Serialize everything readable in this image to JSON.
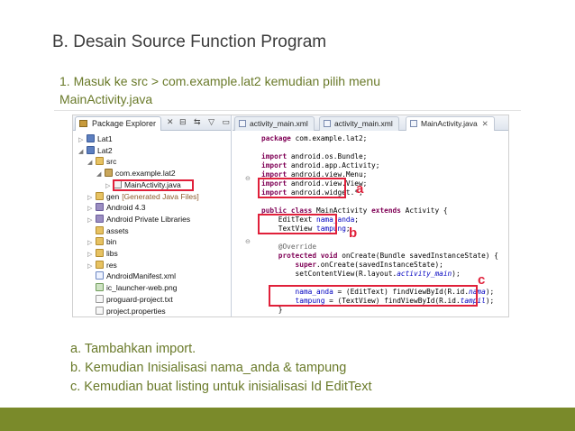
{
  "slide": {
    "title": "B. Desain Source Function Program",
    "subtitle": "1. Masuk ke src > com.example.lat2 kemudian pilih menu MainActivity.java",
    "notes": [
      "a. Tambahkan import.",
      "b. Kemudian Inisialisasi nama_anda & tampung",
      "c. Kemudian buat listing untuk inisialisasi Id EditText"
    ],
    "colors": {
      "accent": "#7a8a2a",
      "text_green": "#6a7a2a",
      "highlight_red": "#e0203a"
    }
  },
  "explorer": {
    "tab_label": "Package Explorer",
    "close": "✕",
    "tools": "⊟ ⇆ ▽ ▭ ▢",
    "tree": [
      {
        "label": "Lat1",
        "arrow": "▷",
        "icon": "proj"
      },
      {
        "label": "Lat2",
        "arrow": "◢",
        "icon": "proj"
      },
      {
        "label": "src",
        "arrow": "◢",
        "icon": "folder"
      },
      {
        "label": "com.example.lat2",
        "arrow": "◢",
        "icon": "pkg"
      },
      {
        "label": "MainActivity.java",
        "arrow": "▷",
        "icon": "java"
      },
      {
        "label": "gen",
        "hint": "[Generated Java Files]",
        "arrow": "▷",
        "icon": "folder"
      },
      {
        "label": "Android 4.3",
        "arrow": "▷",
        "icon": "lib"
      },
      {
        "label": "Android Private Libraries",
        "arrow": "▷",
        "icon": "lib"
      },
      {
        "label": "assets",
        "arrow": "",
        "icon": "folder"
      },
      {
        "label": "bin",
        "arrow": "▷",
        "icon": "folder"
      },
      {
        "label": "libs",
        "arrow": "▷",
        "icon": "folder"
      },
      {
        "label": "res",
        "arrow": "▷",
        "icon": "folder"
      },
      {
        "label": "AndroidManifest.xml",
        "arrow": "",
        "icon": "xml"
      },
      {
        "label": "ic_launcher-web.png",
        "arrow": "",
        "icon": "png"
      },
      {
        "label": "proguard-project.txt",
        "arrow": "",
        "icon": "file"
      },
      {
        "label": "project.properties",
        "arrow": "",
        "icon": "file"
      }
    ]
  },
  "editor": {
    "tabs": [
      {
        "label": "activity_main.xml",
        "active": false
      },
      {
        "label": "activity_main.xml",
        "active": false
      },
      {
        "label": "MainActivity.java",
        "active": true
      }
    ],
    "close": "✕",
    "code": [
      [
        [
          "kw",
          "package "
        ],
        [
          "",
          "com.example.lat2;"
        ]
      ],
      [],
      [
        [
          "kw",
          "import "
        ],
        [
          "",
          "android.os.Bundle;"
        ]
      ],
      [
        [
          "kw",
          "import "
        ],
        [
          "",
          "android.app.Activity;"
        ]
      ],
      [
        [
          "kw",
          "import "
        ],
        [
          "",
          "android.view.Menu;"
        ]
      ],
      [
        [
          "kw",
          "import "
        ],
        [
          "",
          "android.view.View;"
        ]
      ],
      [
        [
          "kw",
          "import "
        ],
        [
          "",
          "android.widget.*;"
        ]
      ],
      [],
      [
        [
          "kw",
          "public class "
        ],
        [
          "",
          "MainActivity "
        ],
        [
          "kw",
          "extends "
        ],
        [
          "",
          "Activity {"
        ]
      ],
      [
        [
          "",
          "    EditText "
        ],
        [
          "fi",
          "nama_anda"
        ],
        [
          "",
          ";"
        ]
      ],
      [
        [
          "",
          "    TextView "
        ],
        [
          "fi",
          "tampung"
        ],
        [
          "",
          ";"
        ]
      ],
      [],
      [
        [
          "an",
          "    @Override"
        ]
      ],
      [
        [
          "kw",
          "    protected void "
        ],
        [
          "",
          "onCreate(Bundle savedInstanceState) {"
        ]
      ],
      [
        [
          "kw",
          "        super"
        ],
        [
          "",
          ".onCreate(savedInstanceState);"
        ]
      ],
      [
        [
          "",
          "        setContentView(R.layout."
        ],
        [
          "it",
          "activity_main"
        ],
        [
          "",
          ");"
        ]
      ],
      [],
      [
        [
          "fi",
          "        nama_anda"
        ],
        [
          "",
          " = (EditText) findViewById(R.id."
        ],
        [
          "it",
          "nama"
        ],
        [
          "",
          ");"
        ]
      ],
      [
        [
          "fi",
          "        tampung"
        ],
        [
          "",
          " = (TextView) findViewById(R.id."
        ],
        [
          "it",
          "tampil"
        ],
        [
          "",
          ");"
        ]
      ],
      [
        [
          "",
          "    }"
        ]
      ]
    ],
    "labels": {
      "a": "a",
      "b": "b",
      "c": "c"
    }
  }
}
